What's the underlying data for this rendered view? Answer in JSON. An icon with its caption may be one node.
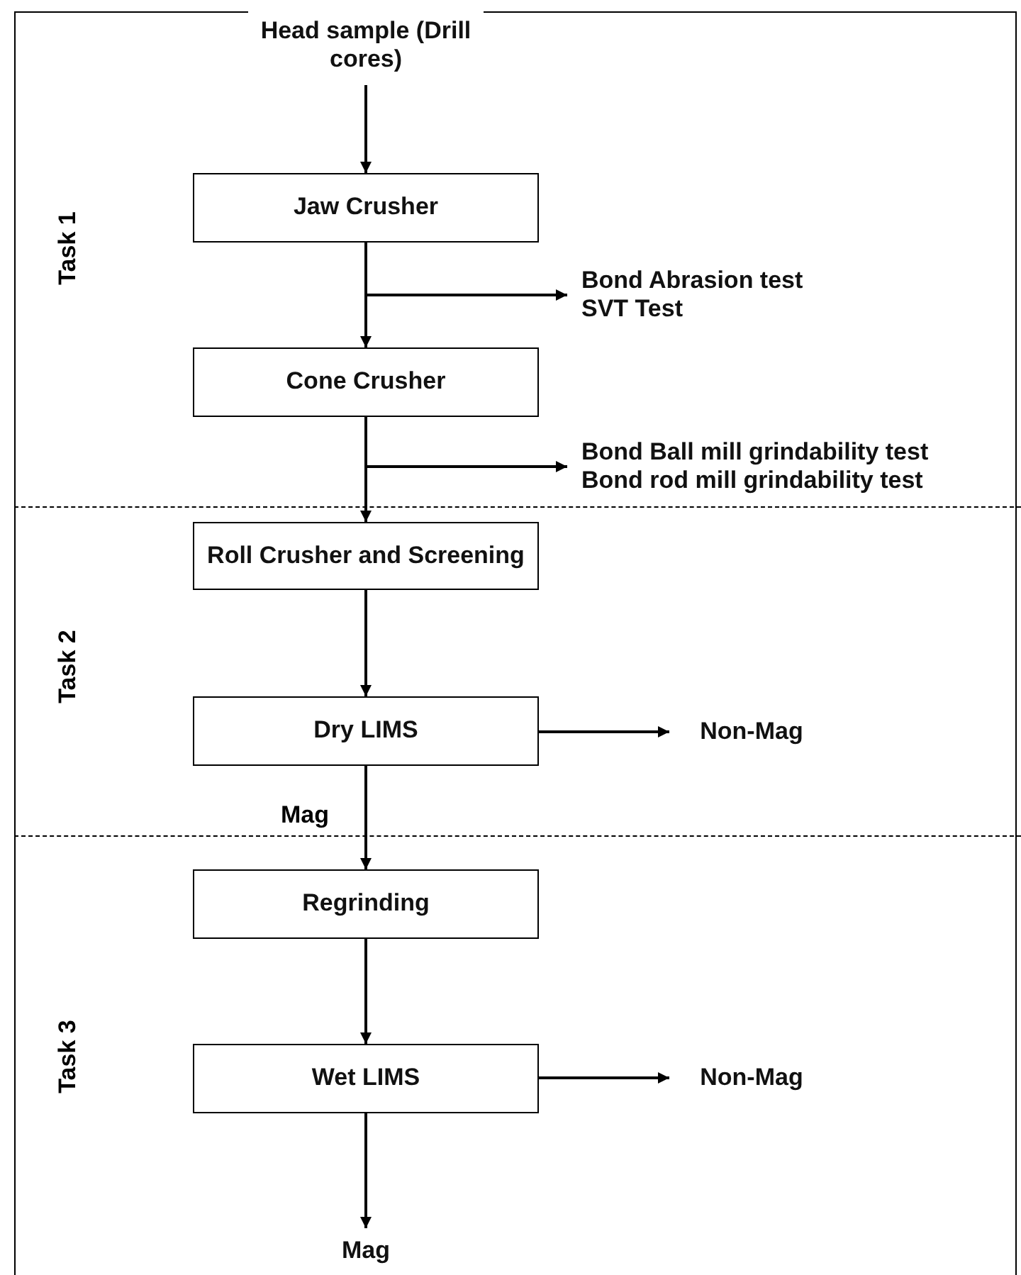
{
  "diagram": {
    "nodes": [
      {
        "text": [
          "Head sample (Drill cores)"
        ]
      },
      {
        "text": [
          "Jaw Crusher"
        ]
      },
      {
        "text": [
          "Bond Abrasion test",
          "SVT Test"
        ]
      },
      {
        "text": [
          "Cone Crusher"
        ]
      },
      {
        "text": [
          "Bond Ball mill grindability test",
          "Bond rod mill grindability test"
        ]
      },
      {
        "text": [
          "Roll Crusher and Screening"
        ]
      },
      {
        "text": [
          "Dry LIMS"
        ]
      },
      {
        "text": [
          "Non-Mag"
        ]
      },
      {
        "text": [
          "Regrinding"
        ]
      },
      {
        "text": [
          "Wet LIMS"
        ]
      },
      {
        "text": [
          "Non-Mag"
        ]
      },
      {
        "text": [
          "Mag"
        ]
      }
    ],
    "edges": [
      {
        "from": 0,
        "to": 1,
        "arrow": "to"
      },
      {
        "from": 1,
        "to": 2,
        "arrow": "to"
      },
      {
        "from": 1,
        "to": 3,
        "arrow": "to"
      },
      {
        "from": 3,
        "to": 4,
        "arrow": "to"
      },
      {
        "from": 3,
        "to": 5,
        "arrow": "to"
      },
      {
        "from": 5,
        "to": 6,
        "arrow": "to"
      },
      {
        "from": 6,
        "to": 7,
        "arrow": "to"
      },
      {
        "from": 6,
        "to": 8,
        "arrow": "to",
        "label": "Mag"
      },
      {
        "from": 8,
        "to": 9,
        "arrow": "to"
      },
      {
        "from": 9,
        "to": 10,
        "arrow": "to"
      },
      {
        "from": 9,
        "to": 11,
        "arrow": "to"
      }
    ],
    "labels": [
      "Task 1",
      "Task 2",
      "Task 3"
    ]
  }
}
